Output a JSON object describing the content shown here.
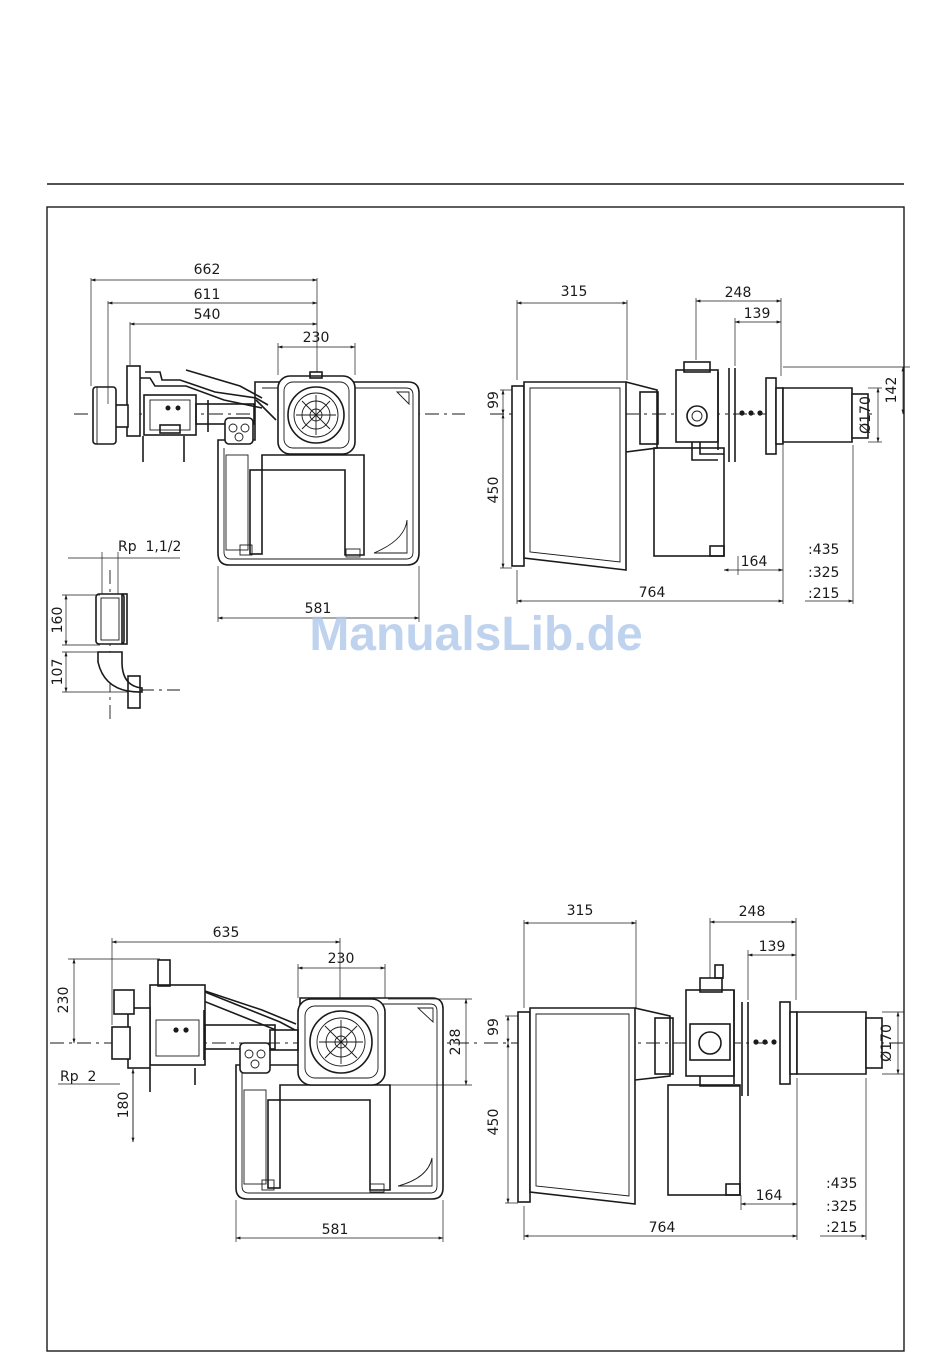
{
  "watermark": "ManualsLib.de",
  "view_top_left": {
    "dims": {
      "d662": "662",
      "d611": "611",
      "d540": "540",
      "d230": "230",
      "d581": "581",
      "rp": "Rp  1,1/2",
      "d160": "160",
      "d107": "107"
    }
  },
  "view_top_right": {
    "dims": {
      "d315": "315",
      "d248": "248",
      "d139": "139",
      "d99": "99",
      "d450": "450",
      "d142": "142",
      "d170": "Ø170",
      "d164": "164",
      "d764": "764",
      "d435": ":435",
      "d325": ":325",
      "d215": ":215"
    }
  },
  "view_bottom_left": {
    "dims": {
      "d635": "635",
      "d230a": "230",
      "d230b": "230",
      "d238": "238",
      "rp": "Rp  2",
      "d180": "180",
      "d581": "581"
    }
  },
  "view_bottom_right": {
    "dims": {
      "d315": "315",
      "d248": "248",
      "d139": "139",
      "d99": "99",
      "d450": "450",
      "d170": "Ø170",
      "d164": "164",
      "d764": "764",
      "d435": ":435",
      "d325": ":325",
      "d215": ":215"
    }
  }
}
